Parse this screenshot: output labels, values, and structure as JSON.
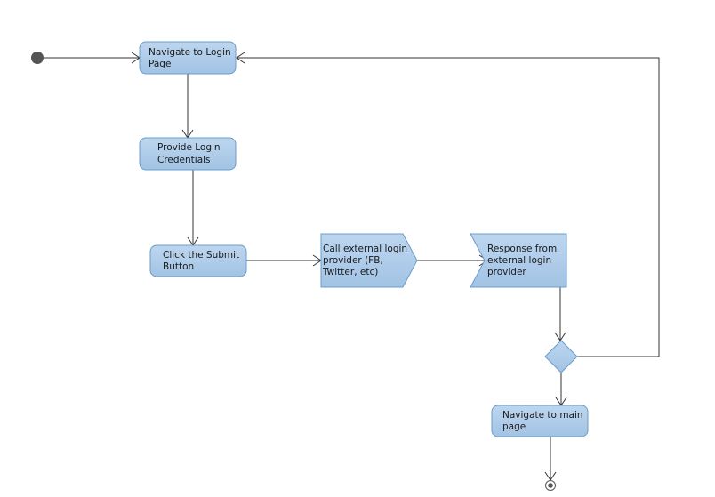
{
  "diagram": {
    "type": "activity",
    "nodes": {
      "start": {
        "kind": "initial"
      },
      "navigate_login": {
        "kind": "action",
        "lines": [
          "Navigate to Login",
          "Page"
        ]
      },
      "provide_credentials": {
        "kind": "action",
        "lines": [
          "Provide Login",
          "Credentials"
        ]
      },
      "click_submit": {
        "kind": "action",
        "lines": [
          "Click the Submit",
          "Button"
        ]
      },
      "call_provider": {
        "kind": "send-signal",
        "lines": [
          "Call external login",
          "provider (FB,",
          "Twitter, etc)"
        ]
      },
      "response_provider": {
        "kind": "accept-signal",
        "lines": [
          "Response from",
          "external login",
          "provider"
        ]
      },
      "decision": {
        "kind": "decision"
      },
      "navigate_main": {
        "kind": "action",
        "lines": [
          "Navigate to main",
          "page"
        ]
      },
      "end": {
        "kind": "final"
      }
    },
    "edges": [
      {
        "from": "start",
        "to": "navigate_login"
      },
      {
        "from": "navigate_login",
        "to": "provide_credentials"
      },
      {
        "from": "provide_credentials",
        "to": "click_submit"
      },
      {
        "from": "click_submit",
        "to": "call_provider"
      },
      {
        "from": "call_provider",
        "to": "response_provider"
      },
      {
        "from": "response_provider",
        "to": "decision"
      },
      {
        "from": "decision",
        "to": "navigate_main"
      },
      {
        "from": "decision",
        "to": "navigate_login"
      },
      {
        "from": "navigate_main",
        "to": "end"
      }
    ],
    "colors": {
      "node_fill": "#a9c9e8",
      "node_stroke": "#6a9cc9",
      "line": "#333333",
      "initial": "#555555"
    }
  }
}
